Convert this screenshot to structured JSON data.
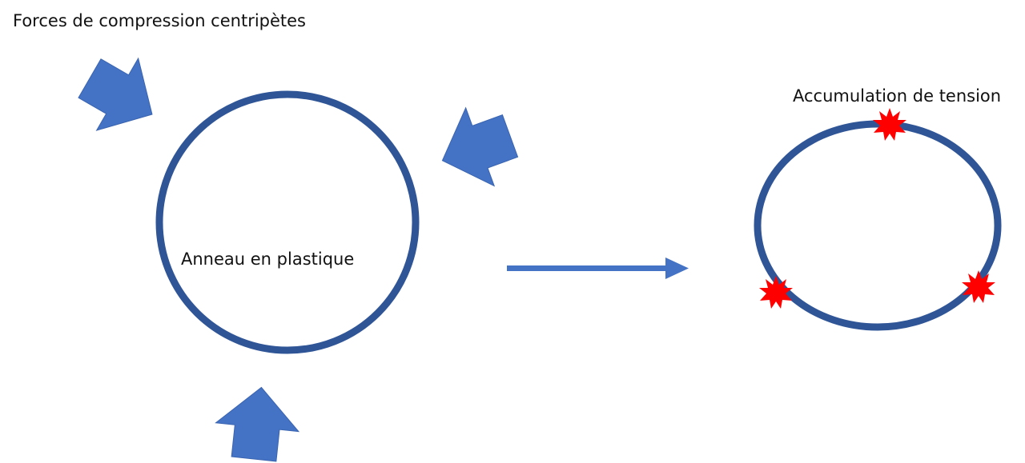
{
  "labels": {
    "title": "Forces de compression centripètes",
    "ring": "Anneau en plastique",
    "tension": "Accumulation de tension"
  },
  "colors": {
    "ring_stroke": "#2f5597",
    "arrow_fill": "#4472c4",
    "arrow_stroke": "#3a64b0",
    "tension_mark": "#ff0000"
  },
  "icons": {
    "compression_arrow": "block-arrow-icon",
    "transition_arrow": "right-arrow-icon",
    "tension_mark": "starburst-icon"
  }
}
